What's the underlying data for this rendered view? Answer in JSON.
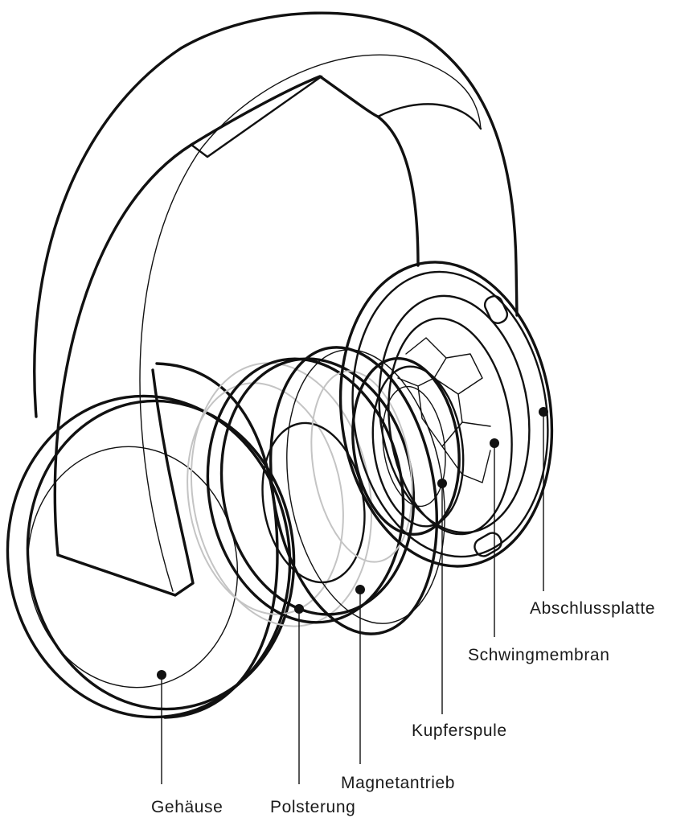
{
  "labels": {
    "abschlussplatte": "Abschlussplatte",
    "schwingmembran": "Schwingmembran",
    "kupferspule": "Kupferspule",
    "magnetantrieb": "Magnetantrieb",
    "gehaeuse": "Gehäuse",
    "polsterung": "Polsterung"
  },
  "colors": {
    "ink": "#111111",
    "ghost_lines": "#c4c4c4",
    "background": "#ffffff"
  }
}
